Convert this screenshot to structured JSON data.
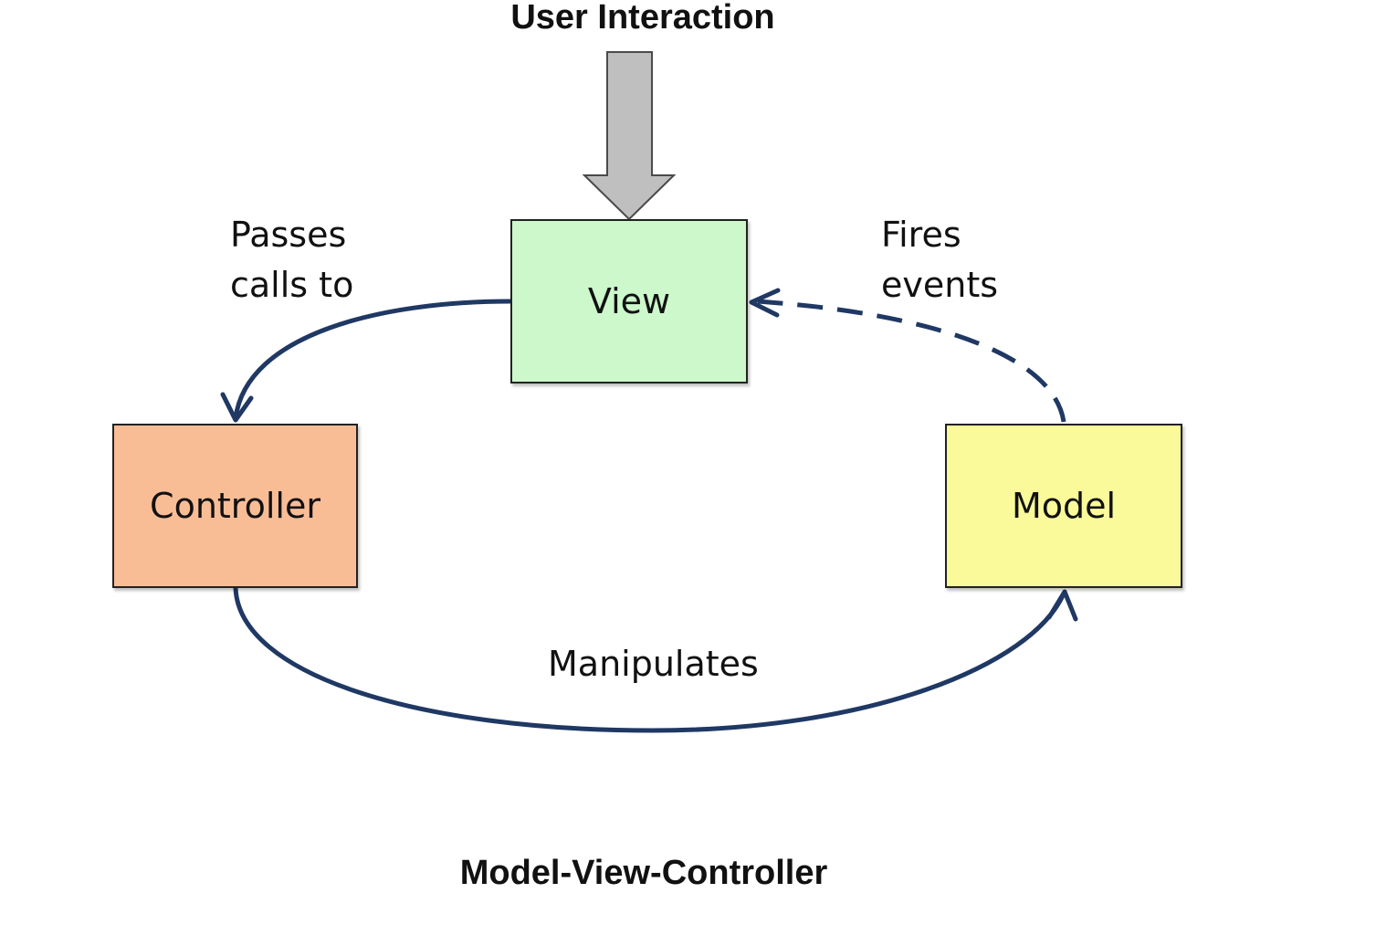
{
  "diagram": {
    "top_title": "User Interaction",
    "bottom_title": "Model-View-Controller",
    "nodes": {
      "view": {
        "label": "View",
        "fill": "#ccf8cc"
      },
      "controller": {
        "label": "Controller",
        "fill": "#f9bd96"
      },
      "model": {
        "label": "Model",
        "fill": "#fafa9a"
      }
    },
    "edges": {
      "view_to_controller": {
        "line1": "Passes",
        "line2": "calls to",
        "style": "solid"
      },
      "model_to_view": {
        "line1": "Fires",
        "line2": "events",
        "style": "dashed"
      },
      "controller_to_model": {
        "label": "Manipulates",
        "style": "solid"
      }
    },
    "colors": {
      "arrow_stroke": "#1f3864",
      "input_arrow_fill": "#bfbfbf",
      "input_arrow_stroke": "#4a4a4a"
    }
  }
}
